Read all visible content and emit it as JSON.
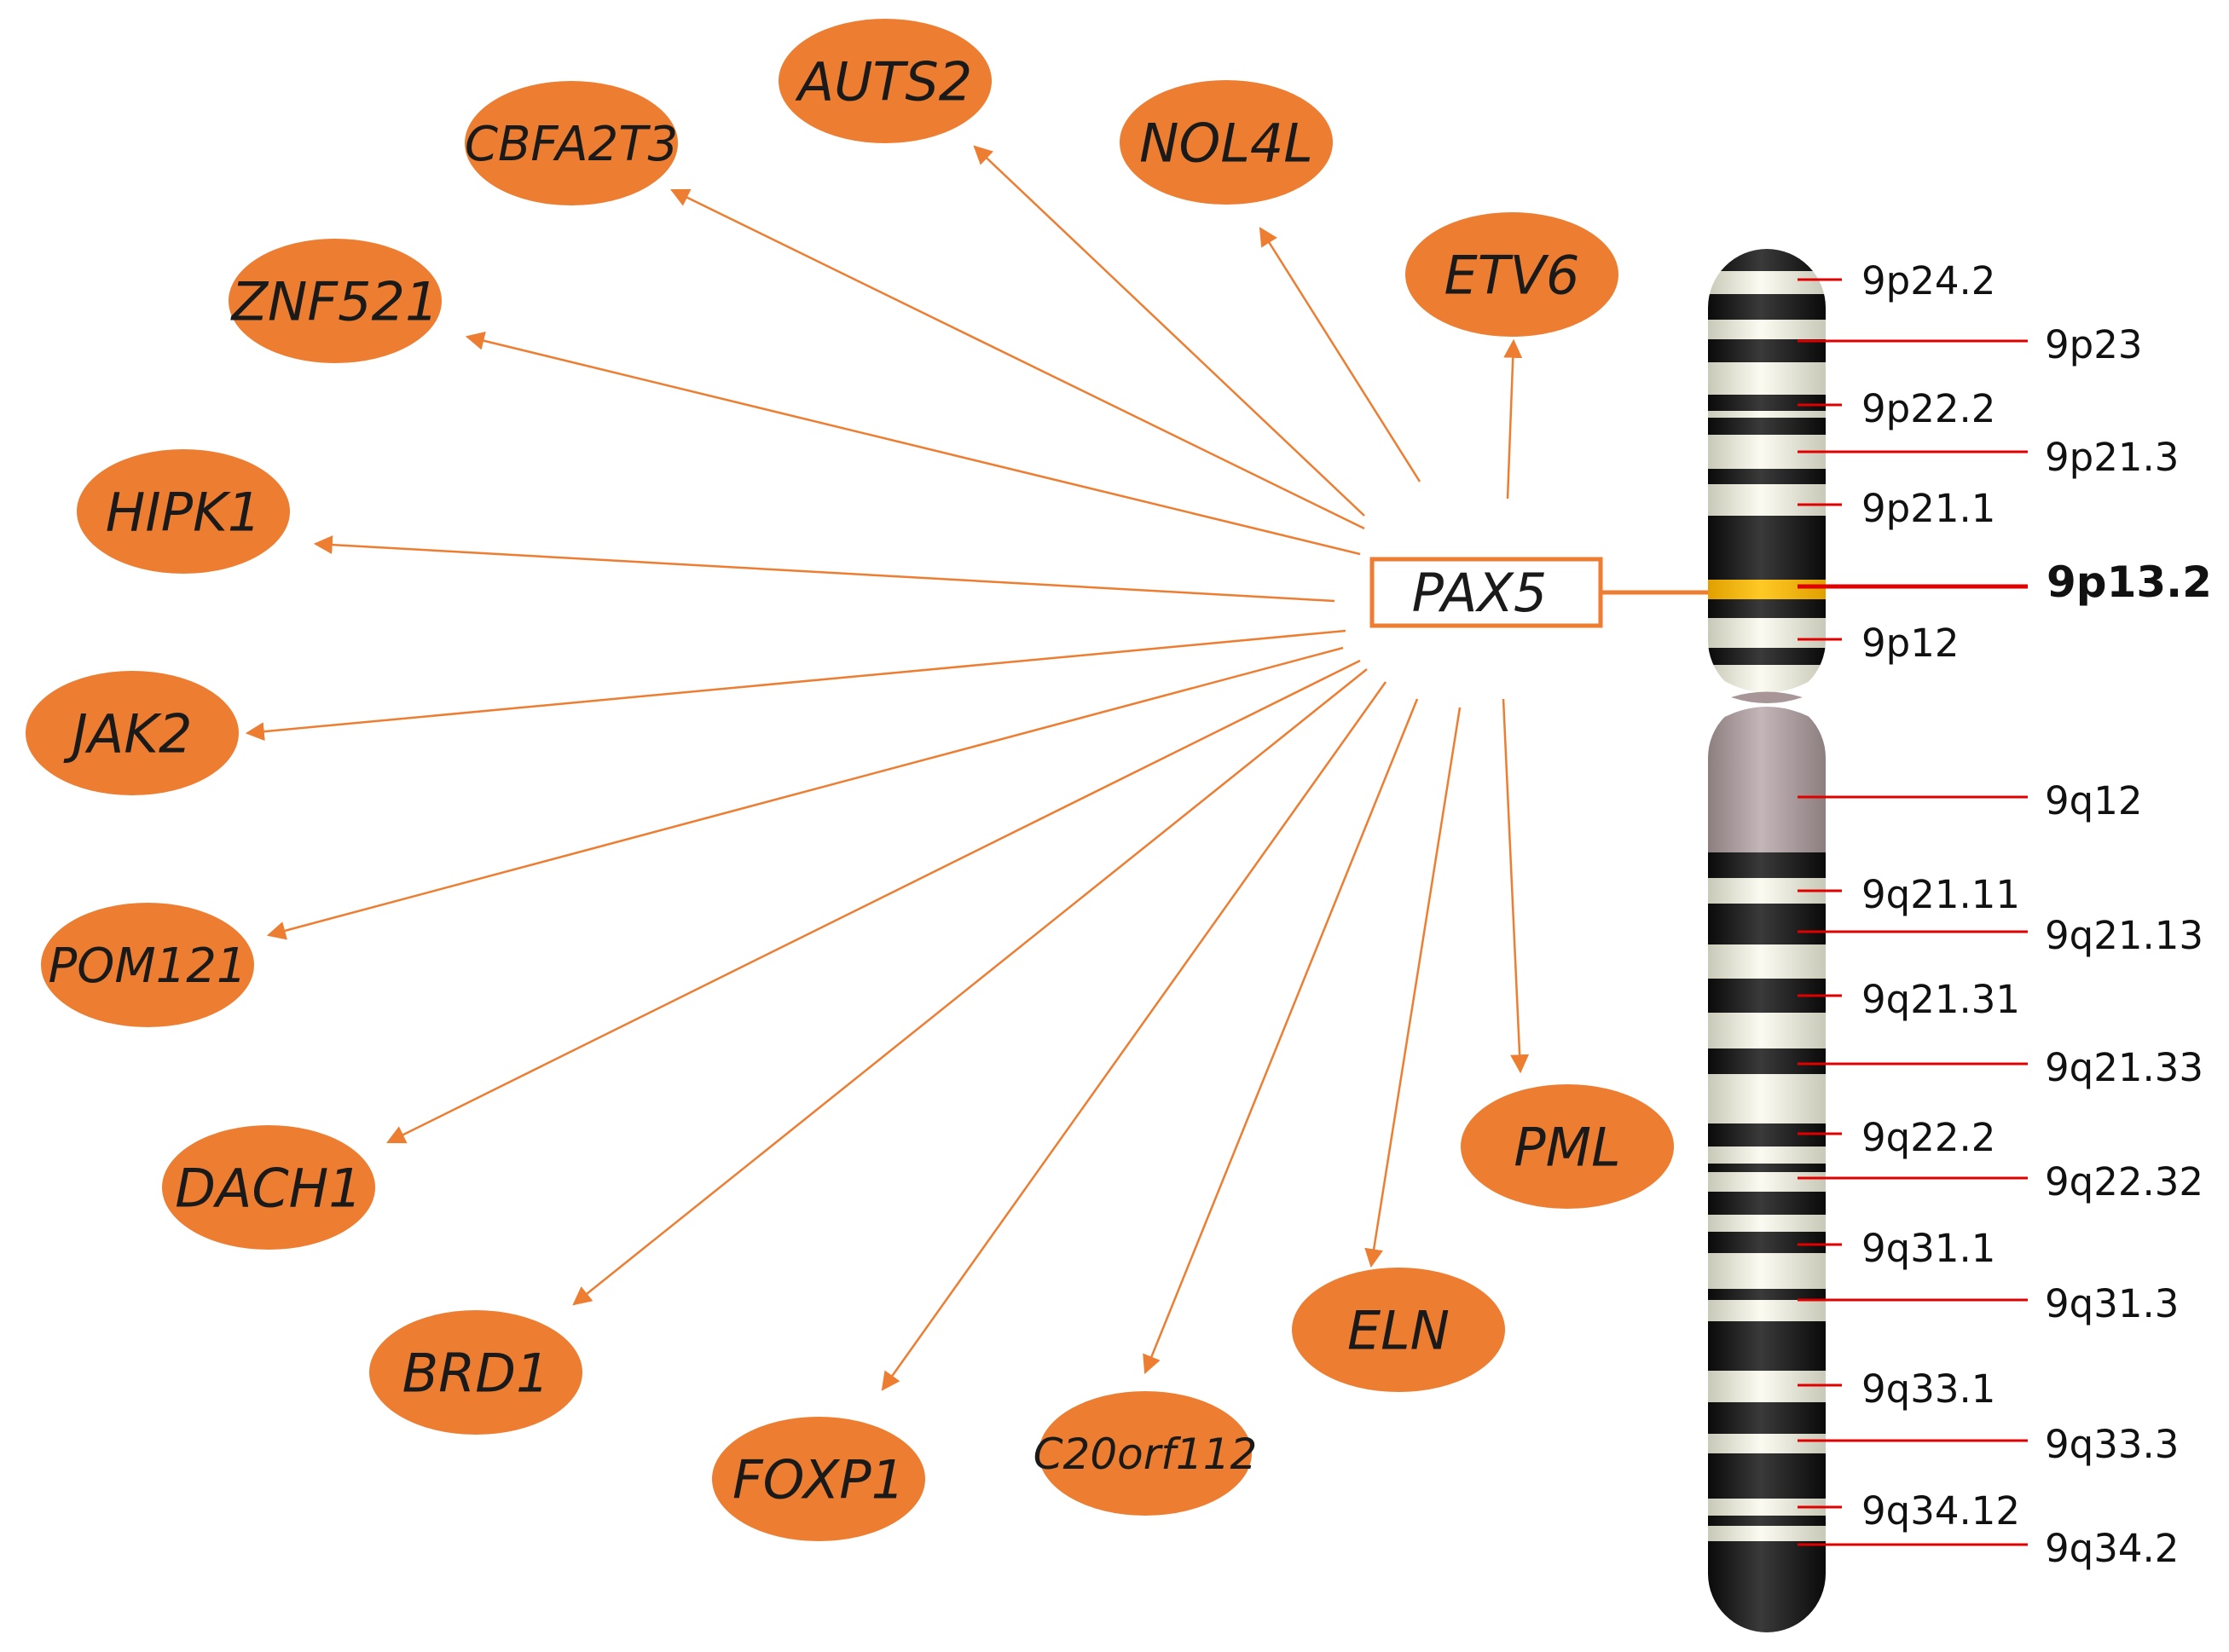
{
  "colors": {
    "gene_fill": "#ED7D31",
    "connector": "#ED7D31",
    "center_box": "#ED7D31",
    "band_marker": "#E00000",
    "highlight_band": "#F5B800",
    "dark_band": "#1c1c1c",
    "light_band": "#ECECE0",
    "centromere": "#AE9DA0"
  },
  "center_gene": "PAX5",
  "partner_genes": [
    "AUTS2",
    "CBFA2T3",
    "NOL4L",
    "ETV6",
    "ZNF521",
    "HIPK1",
    "JAK2",
    "POM121",
    "DACH1",
    "BRD1",
    "FOXP1",
    "C20orf112",
    "ELN",
    "PML"
  ],
  "chromosome": {
    "bands": [
      {
        "label": "9p24.2",
        "bold": false
      },
      {
        "label": "9p23",
        "bold": false
      },
      {
        "label": "9p22.2",
        "bold": false
      },
      {
        "label": "9p21.3",
        "bold": false
      },
      {
        "label": "9p21.1",
        "bold": false
      },
      {
        "label": "9p13.2",
        "bold": true
      },
      {
        "label": "9p12",
        "bold": false
      },
      {
        "label": "9q12",
        "bold": false
      },
      {
        "label": "9q21.11",
        "bold": false
      },
      {
        "label": "9q21.13",
        "bold": false
      },
      {
        "label": "9q21.31",
        "bold": false
      },
      {
        "label": "9q21.33",
        "bold": false
      },
      {
        "label": "9q22.2",
        "bold": false
      },
      {
        "label": "9q22.32",
        "bold": false
      },
      {
        "label": "9q31.1",
        "bold": false
      },
      {
        "label": "9q31.3",
        "bold": false
      },
      {
        "label": "9q33.1",
        "bold": false
      },
      {
        "label": "9q33.3",
        "bold": false
      },
      {
        "label": "9q34.12",
        "bold": false
      },
      {
        "label": "9q34.2",
        "bold": false
      }
    ]
  }
}
